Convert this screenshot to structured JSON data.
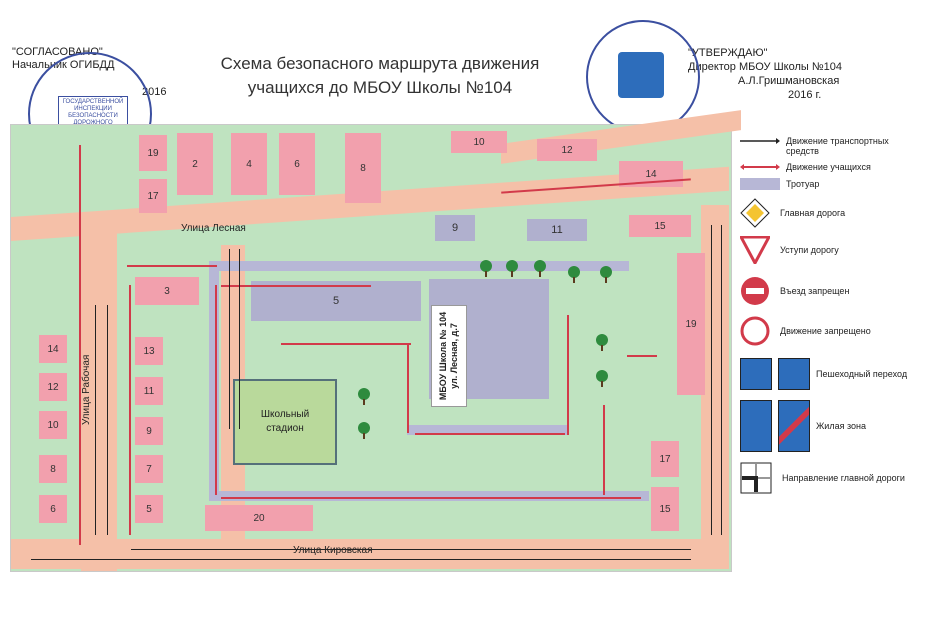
{
  "header": {
    "title_line1": "Схема безопасного маршрута движения",
    "title_line2": "учащихся до МБОУ Школы №104",
    "left_block": {
      "agreed": "\"СОГЛАСОВАНО\"",
      "chief": "Начальник ОГИБДД",
      "year": "2016",
      "stamp_text": "ГОСУДАРСТВЕННОЙ ИНСПЕКЦИИ БЕЗОПАСНОСТИ ДОРОЖНОГО ДВИЖЕНИЯ"
    },
    "right_block": {
      "approve": "\"УТВЕРЖДАЮ\"",
      "director": "Директор МБОУ Школы №104",
      "name": "А.Л.Гришмановская",
      "year": "2016 г."
    }
  },
  "map": {
    "streets": {
      "lesnaya": "Улица Лесная",
      "rabochaya": "Улица Рабочая",
      "kirovskaya": "Улица Кировская"
    },
    "buildings": [
      "19",
      "2",
      "4",
      "6",
      "8",
      "10",
      "12",
      "14",
      "15",
      "17",
      "3",
      "9",
      "11",
      "5",
      "14",
      "12",
      "10",
      "8",
      "6",
      "13",
      "11",
      "9",
      "7",
      "5",
      "20",
      "19",
      "17",
      "15"
    ],
    "stadium_line1": "Школьный",
    "stadium_line2": "стадион",
    "school_line1": "МБОУ Школа № 104",
    "school_line2": "ул. Лесная, д.7"
  },
  "legend": {
    "traffic": "Движение транспортных средств",
    "students": "Движение учащихся",
    "sidewalk": "Тротуар",
    "main_road": "Главная дорога",
    "yield": "Уступи дорогу",
    "no_entry": "Въезд запрещен",
    "no_traffic": "Движение запрещено",
    "crossing": "Пешеходный переход",
    "living_zone": "Жилая зона",
    "main_direction": "Направление главной дороги"
  },
  "colors": {
    "road": "#f5c0a8",
    "grass": "#bfe3c0",
    "building": "#f2a0ad",
    "sidewalk": "#b7b7d6",
    "student_arrow": "#d23a4a"
  }
}
